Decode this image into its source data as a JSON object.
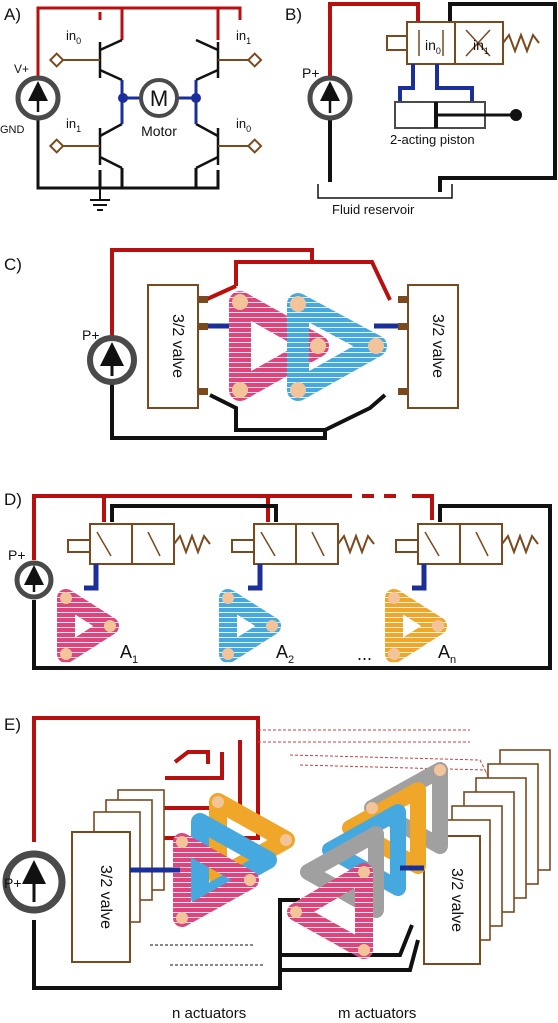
{
  "panels": {
    "a": {
      "label": "A)",
      "v_plus": "V+",
      "gnd": "GND",
      "in0_top": "in",
      "in0_top_sub": "0",
      "in1_top": "in",
      "in1_top_sub": "1",
      "in1_bot": "in",
      "in1_bot_sub": "1",
      "in0_bot": "in",
      "in0_bot_sub": "0",
      "motor_symbol": "M",
      "motor_label": "Motor"
    },
    "b": {
      "label": "B)",
      "p_plus": "P+",
      "in0": "in",
      "in0_sub": "0",
      "in1": "in",
      "in1_sub": "1",
      "piston_label": "2-acting piston",
      "reservoir_label": "Fluid reservoir"
    },
    "c": {
      "label": "C)",
      "p_plus": "P+",
      "valve_left": "3/2 valve",
      "valve_right": "3/2 valve"
    },
    "d": {
      "label": "D)",
      "p_plus": "P+",
      "a1": "A",
      "a1_sub": "1",
      "a2": "A",
      "a2_sub": "2",
      "ellipsis": "...",
      "an": "A",
      "an_sub": "n"
    },
    "e": {
      "label": "E)",
      "p_plus": "P+",
      "valve_left": "3/2 valve",
      "valve_right": "3/2 valve",
      "n_actuators": "n actuators",
      "m_actuators": "m actuators"
    }
  },
  "colors": {
    "pressure_line": "#b80f0f",
    "return_line": "#111111",
    "control_line": "#1a2f9a",
    "valve_outline": "#7a4a1e",
    "actuator_pink": "#e0447c",
    "actuator_blue": "#45a9df",
    "actuator_orange": "#f0a628",
    "actuator_gray": "#a0a0a0",
    "joint": "#f3c499",
    "pump_ring": "#4a4a4a"
  }
}
